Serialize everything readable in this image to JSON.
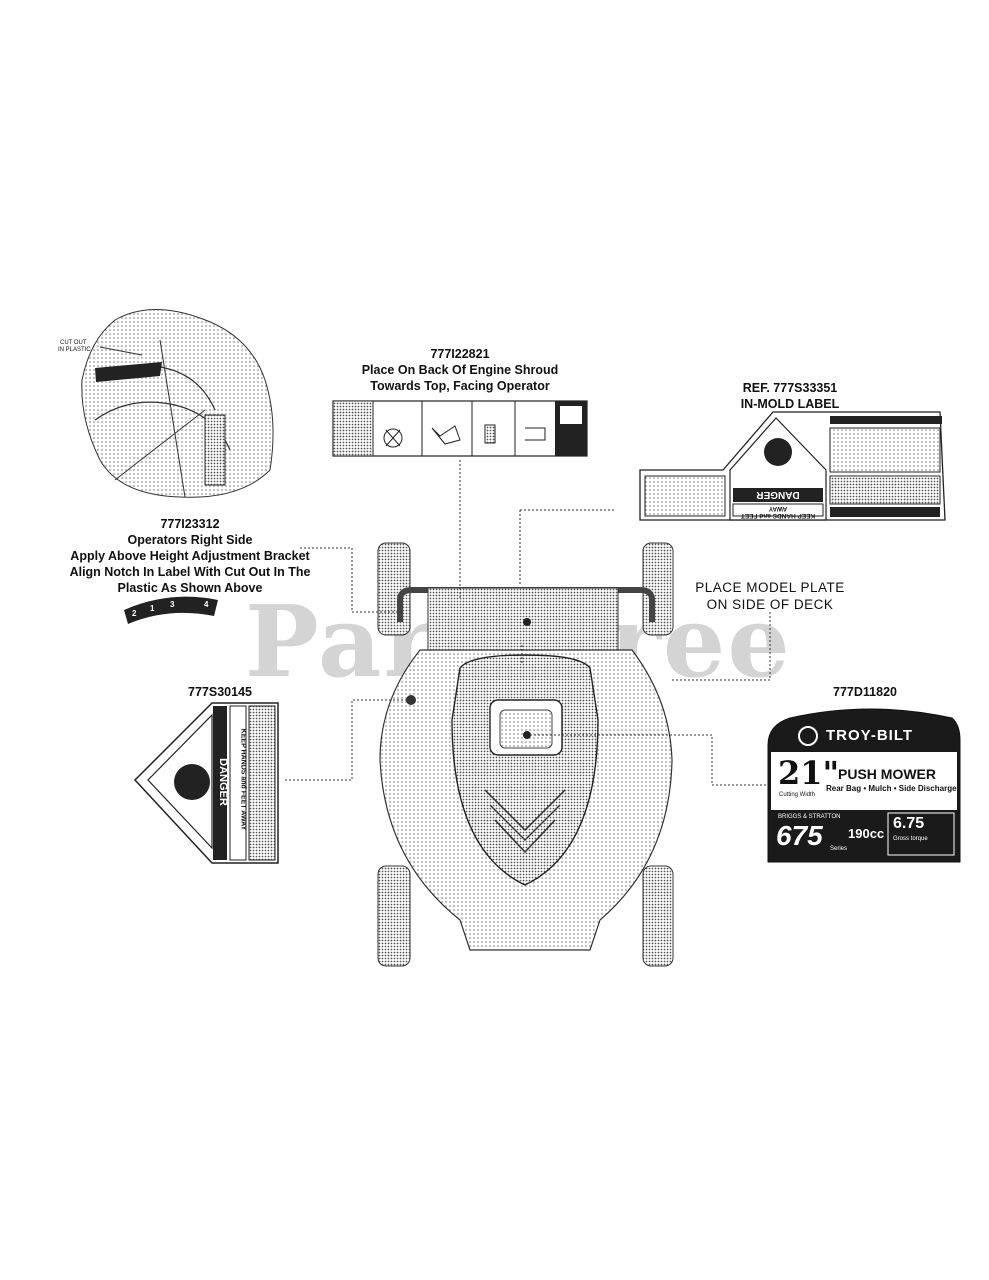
{
  "watermark": "PartsTree",
  "labels": {
    "shroud": {
      "part": "777I22821",
      "line1": "Place On Back Of Engine Shroud",
      "line2": "Towards Top, Facing Operator"
    },
    "inmold": {
      "part": "REF. 777S33351",
      "line1": "IN-MOLD LABEL",
      "danger": "DANGER",
      "keep": "KEEP HANDS and FEET AWAY"
    },
    "height": {
      "part": "777I23312",
      "line1": "Operators Right Side",
      "line2": "Apply Above Height Adjustment Bracket",
      "line3": "Align Notch In Label With Cut Out In The",
      "line4": "Plastic As Shown Above",
      "cutout": "CUT OUT",
      "inplastic": "IN PLASTIC",
      "n1": "1",
      "n2": "2",
      "n3": "3",
      "n4": "4"
    },
    "model_plate": {
      "line1": "PLACE MODEL PLATE",
      "line2": "ON SIDE OF DECK"
    },
    "danger_tri": {
      "part": "777S30145",
      "danger": "DANGER",
      "keep": "KEEP HANDS and FEET AWAY"
    },
    "plate": {
      "part": "777D11820",
      "brand": "TROY-BILT",
      "size": "21\"",
      "sizeunit": "Cutting Width",
      "title": "PUSH MOWER",
      "sub": "Rear Bag • Mulch • Side Discharge",
      "engine_brand": "BRIGGS & STRATTON",
      "series": "675",
      "series_word": "Series",
      "cc": "190cc",
      "torque": "6.75",
      "torque_note": "Gross torque"
    }
  }
}
